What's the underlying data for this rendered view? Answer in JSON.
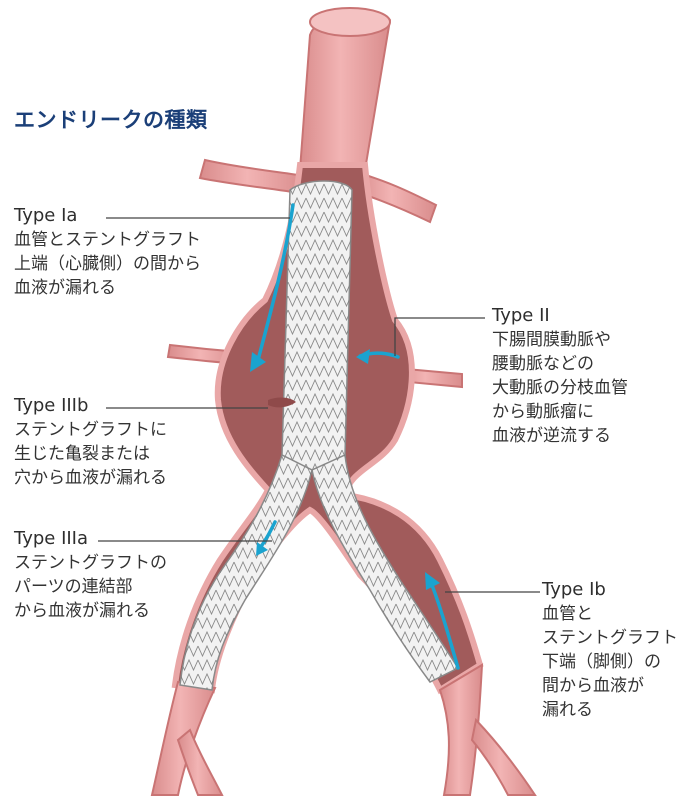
{
  "title": "エンドリークの種類",
  "colors": {
    "vessel": "#e8a2a2",
    "vessel_outline": "#c97474",
    "sac": "#a15b5b",
    "stent": "#f1f1f1",
    "stent_wire": "#7a7a7a",
    "arrow": "#1aa3cf",
    "leader": "#444444",
    "title": "#1b3f78"
  },
  "labels": [
    {
      "id": "type-ia",
      "name": "Type Ia",
      "lines": [
        "血管とステントグラフト",
        "上端（心臓側）の間から",
        "血液が漏れる"
      ]
    },
    {
      "id": "type-ii",
      "name": "Type II",
      "lines": [
        "下腸間膜動脈や",
        "腰動脈などの",
        "大動脈の分枝血管",
        "から動脈瘤に",
        "血液が逆流する"
      ]
    },
    {
      "id": "type-iiib",
      "name": "Type IIIb",
      "lines": [
        "ステントグラフトに",
        "生じた亀裂または",
        "穴から血液が漏れる"
      ]
    },
    {
      "id": "type-iiia",
      "name": "Type IIIa",
      "lines": [
        "ステントグラフトの",
        "パーツの連結部",
        "から血液が漏れる"
      ]
    },
    {
      "id": "type-ib",
      "name": "Type Ib",
      "lines": [
        "血管と",
        "ステントグラフト",
        "下端（脚側）の",
        "間から血液が",
        "漏れる"
      ]
    }
  ]
}
